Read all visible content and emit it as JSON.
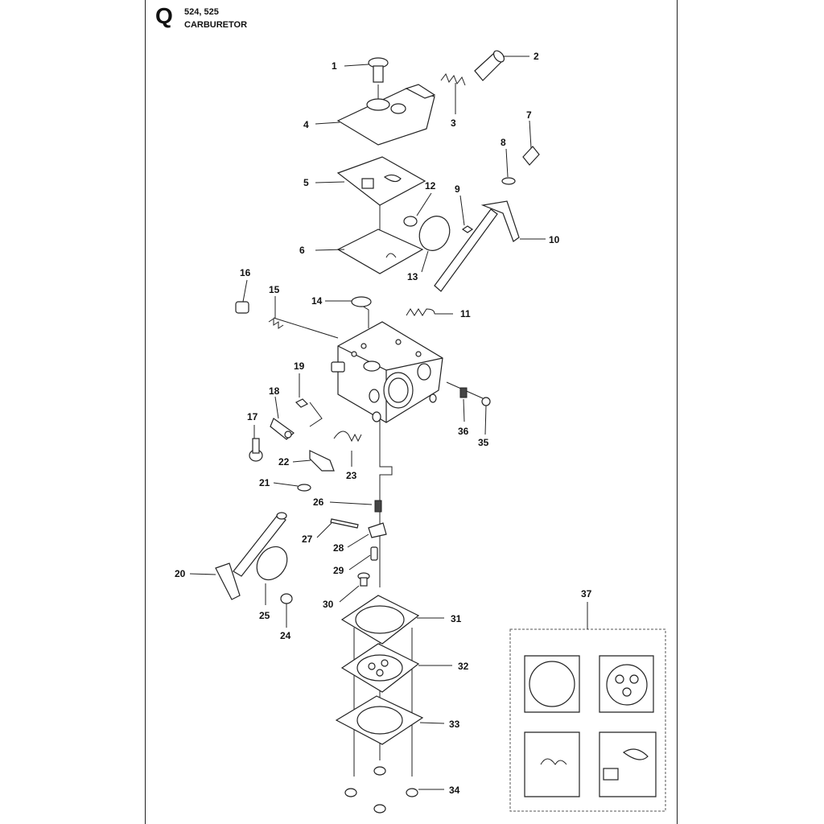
{
  "header": {
    "section_letter": "Q",
    "models": "524, 525",
    "title": "CARBURETOR"
  },
  "callouts": [
    "1",
    "2",
    "3",
    "4",
    "5",
    "6",
    "7",
    "8",
    "9",
    "10",
    "11",
    "12",
    "13",
    "14",
    "15",
    "16",
    "17",
    "18",
    "19",
    "20",
    "21",
    "22",
    "23",
    "24",
    "25",
    "26",
    "27",
    "28",
    "29",
    "30",
    "31",
    "32",
    "33",
    "34",
    "35",
    "36",
    "37"
  ],
  "colors": {
    "ink": "#222222",
    "background": "#ffffff",
    "kit_box": "#555555"
  }
}
